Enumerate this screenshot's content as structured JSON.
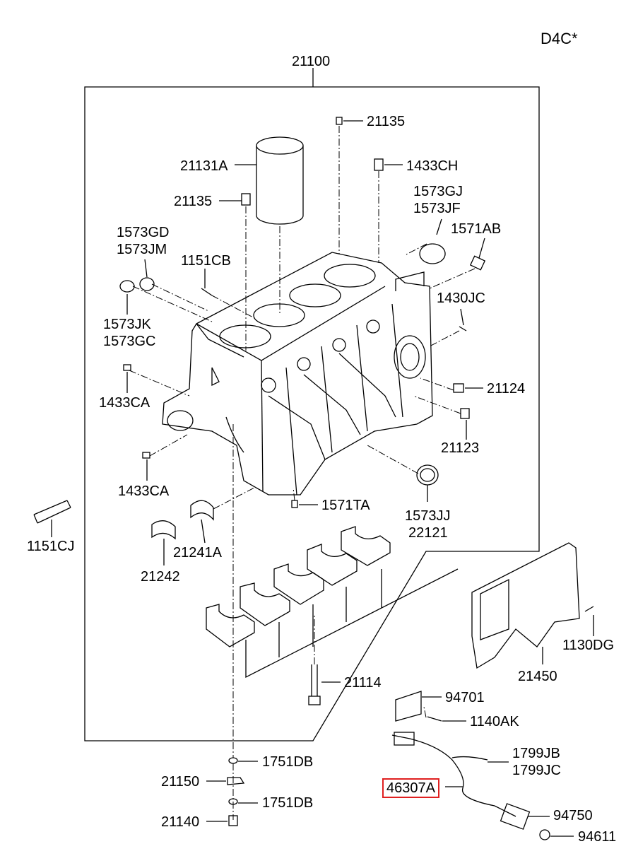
{
  "engine_code": "D4C*",
  "highlight_color": "#e02020",
  "labels": {
    "p21100": "21100",
    "p21135a": "21135",
    "p21131A": "21131A",
    "p1433CH": "1433CH",
    "p21135b": "21135",
    "p1573GJ": "1573GJ",
    "p1573JF": "1573JF",
    "p1571AB": "1571AB",
    "p1573GD": "1573GD",
    "p1573JM": "1573JM",
    "p1151CB": "1151CB",
    "p1430JC": "1430JC",
    "p1573JK": "1573JK",
    "p1573GC": "1573GC",
    "p21124": "21124",
    "p1433CAa": "1433CA",
    "p21123": "21123",
    "p1433CAb": "1433CA",
    "p1571TA": "1571TA",
    "p1573JJ": "1573JJ",
    "p22121": "22121",
    "p1151CJ": "1151CJ",
    "p21241A": "21241A",
    "p21242": "21242",
    "p1130DG": "1130DG",
    "p21450": "21450",
    "p21114": "21114",
    "p94701": "94701",
    "p1140AK": "1140AK",
    "p1751DBa": "1751DB",
    "p1799JB": "1799JB",
    "p1799JC": "1799JC",
    "p21150": "21150",
    "p46307A": "46307A",
    "p1751DBb": "1751DB",
    "p94750": "94750",
    "p21140": "21140",
    "p94611": "94611"
  }
}
